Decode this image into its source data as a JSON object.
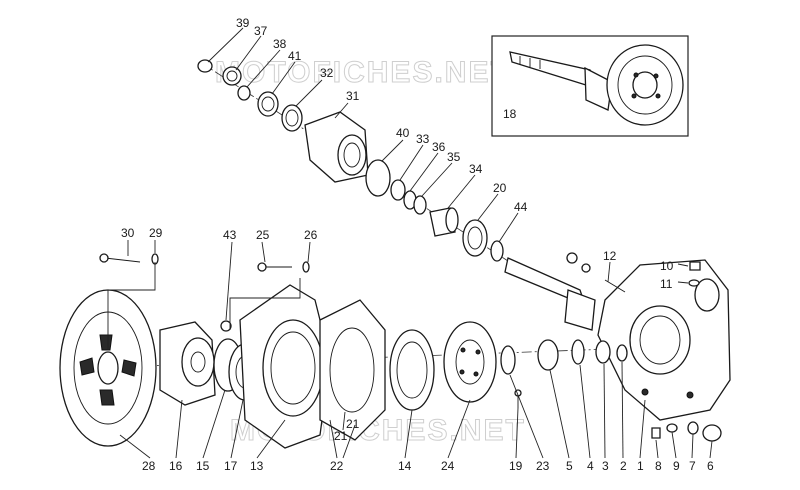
{
  "watermark": "MOTOFICHES.NET",
  "labels": [
    {
      "id": "39",
      "text": "39"
    },
    {
      "id": "37",
      "text": "37"
    },
    {
      "id": "38",
      "text": "38"
    },
    {
      "id": "41",
      "text": "41"
    },
    {
      "id": "32",
      "text": "32"
    },
    {
      "id": "31",
      "text": "31"
    },
    {
      "id": "18",
      "text": "18"
    },
    {
      "id": "40",
      "text": "40"
    },
    {
      "id": "33",
      "text": "33"
    },
    {
      "id": "36",
      "text": "36"
    },
    {
      "id": "35",
      "text": "35"
    },
    {
      "id": "34",
      "text": "34"
    },
    {
      "id": "20",
      "text": "20"
    },
    {
      "id": "44",
      "text": "44"
    },
    {
      "id": "12",
      "text": "12"
    },
    {
      "id": "10",
      "text": "10"
    },
    {
      "id": "11",
      "text": "11"
    },
    {
      "id": "30",
      "text": "30"
    },
    {
      "id": "29",
      "text": "29"
    },
    {
      "id": "43",
      "text": "43"
    },
    {
      "id": "25",
      "text": "25"
    },
    {
      "id": "26",
      "text": "26"
    },
    {
      "id": "21a",
      "text": "21"
    },
    {
      "id": "21b",
      "text": "21"
    },
    {
      "id": "28",
      "text": "28"
    },
    {
      "id": "16",
      "text": "16"
    },
    {
      "id": "15",
      "text": "15"
    },
    {
      "id": "17",
      "text": "17"
    },
    {
      "id": "13",
      "text": "13"
    },
    {
      "id": "22",
      "text": "22"
    },
    {
      "id": "14",
      "text": "14"
    },
    {
      "id": "24",
      "text": "24"
    },
    {
      "id": "19",
      "text": "19"
    },
    {
      "id": "23",
      "text": "23"
    },
    {
      "id": "5",
      "text": "5"
    },
    {
      "id": "4",
      "text": "4"
    },
    {
      "id": "3",
      "text": "3"
    },
    {
      "id": "2",
      "text": "2"
    },
    {
      "id": "1",
      "text": "1"
    },
    {
      "id": "8",
      "text": "8"
    },
    {
      "id": "9",
      "text": "9"
    },
    {
      "id": "7",
      "text": "7"
    },
    {
      "id": "6",
      "text": "6"
    }
  ]
}
